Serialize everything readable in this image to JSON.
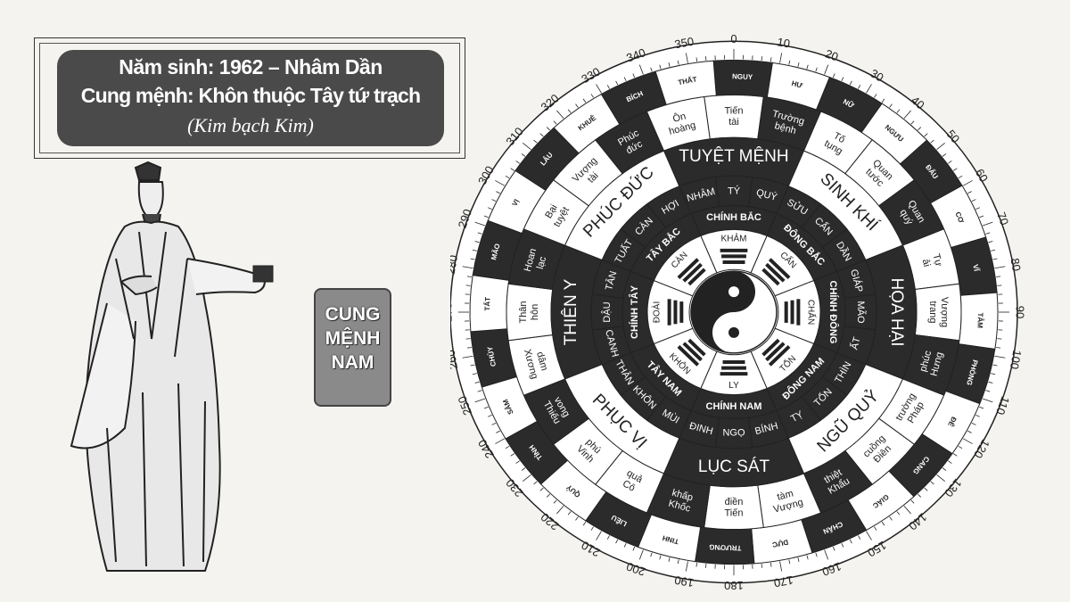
{
  "title": {
    "line1": "Năm sinh: 1962 – Nhâm Dần",
    "line2": "Cung mệnh: Khôn thuộc Tây tứ trạch",
    "line3": "(Kim bạch Kim)"
  },
  "cung_label": [
    "CUNG",
    "MỆNH",
    "NAM"
  ],
  "degrees": [
    "0",
    "10",
    "20",
    "30",
    "40",
    "50",
    "60",
    "70",
    "80",
    "90",
    "100",
    "110",
    "120",
    "130",
    "140",
    "150",
    "160",
    "170",
    "180",
    "190",
    "200",
    "210",
    "220",
    "230",
    "240",
    "250",
    "260",
    "270",
    "280",
    "290",
    "300",
    "310",
    "320",
    "330",
    "340",
    "350"
  ],
  "mansions": [
    "NGUY",
    "HƯ",
    "NỮ",
    "NGƯU",
    "ĐẨU",
    "CƠ",
    "VĨ",
    "TÂM",
    "PHÒNG",
    "ĐÊ",
    "CANG",
    "GIÁC",
    "CHẨN",
    "DỰC",
    "TRƯƠNG",
    "TINH",
    "LIỄU",
    "QUỶ",
    "TỈNH",
    "SÂM",
    "CHỦY",
    "TẤT",
    "MÃO",
    "VỊ",
    "LÂU",
    "KHUÊ",
    "BÍCH",
    "THẤT"
  ],
  "subs": [
    "Tiến tài",
    "Trường bệnh",
    "Tố tụng",
    "Quan tước",
    "Quan quý",
    "Tự ải",
    "Vượng trang",
    "Hưng phúc",
    "Pháp trường",
    "Điên cuồng",
    "Khẩu thiệt",
    "Vượng tàm",
    "Tiến điền",
    "Khốc khấp",
    "Cô quả",
    "Vinh phú",
    "Thiếu vong",
    "Xương dâm",
    "Thân hôn",
    "Hoan lạc",
    "Bại tuyệt",
    "Vượng tài",
    "Phúc đức",
    "Ôn hoàng"
  ],
  "stars": [
    "TUYỆT MỆNH",
    "SINH KHÍ",
    "HỌA HẠI",
    "NGŨ QUỶ",
    "LỤC SÁT",
    "PHỤC VỊ",
    "THIÊN Y",
    "PHÚC ĐỨC"
  ],
  "mountains": [
    "TÝ",
    "QUÝ",
    "SỬU",
    "CẤN",
    "DẦN",
    "GIÁP",
    "MÃO",
    "ẤT",
    "THÌN",
    "TỐN",
    "TỴ",
    "BÍNH",
    "NGỌ",
    "ĐINH",
    "MÙI",
    "KHÔN",
    "THÂN",
    "CANH",
    "DẬU",
    "TÂN",
    "TUẤT",
    "CÀN",
    "HỢI",
    "NHÂM"
  ],
  "directions": [
    "CHÍNH BẮC",
    "ĐÔNG BẮC",
    "CHÍNH ĐÔNG",
    "ĐÔNG NAM",
    "CHÍNH NAM",
    "TÂY NAM",
    "CHÍNH TÂY",
    "TÂY BẮC"
  ],
  "trigrams": [
    "KHẢM",
    "CẤN",
    "CHẤN",
    "TỐN",
    "LY",
    "KHÔN",
    "ĐOÀI",
    "CÀN"
  ],
  "colors": {
    "dark": "#2b2b2b",
    "light": "#ffffff",
    "panel": "#4a4a4a"
  }
}
